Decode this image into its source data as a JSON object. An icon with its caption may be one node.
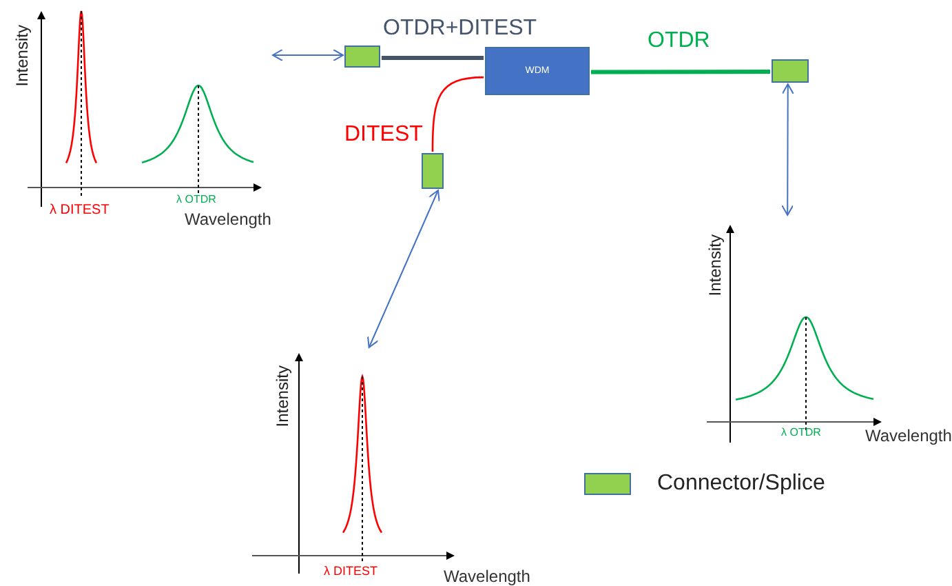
{
  "diagram": {
    "nodes": [
      {
        "text": [
          "Intensity",
          "λ DITEST",
          "λ OTDR",
          "Wavelength"
        ]
      },
      {
        "text": [],
        "shape": "box"
      },
      {
        "text": [
          "WDM"
        ]
      },
      {
        "text": [],
        "shape": "box"
      },
      {
        "text": [],
        "shape": "box"
      },
      {
        "text": [
          "Intensity",
          "λ OTDR",
          "Wavelength"
        ]
      },
      {
        "text": [
          "Intensity",
          "λ DITEST",
          "Wavelength"
        ]
      }
    ],
    "edges": [
      {
        "from": 1,
        "to": 2,
        "arrow": "none",
        "label": "OTDR+DITEST",
        "style": "thick",
        "color": "#44546a"
      },
      {
        "from": 2,
        "to": 3,
        "arrow": "none",
        "label": "OTDR",
        "style": "thick",
        "color": "#00b050"
      },
      {
        "from": 4,
        "to": 2,
        "arrow": "none",
        "label": "DITEST",
        "color": "#ff0000"
      },
      {
        "from": 0,
        "to": 1,
        "arrow": "both"
      },
      {
        "from": 3,
        "to": 5,
        "arrow": "both"
      },
      {
        "from": 4,
        "to": 6,
        "arrow": "both"
      }
    ],
    "legend": [
      {
        "text": "Connector/Splice",
        "color": "#92d050"
      }
    ]
  }
}
